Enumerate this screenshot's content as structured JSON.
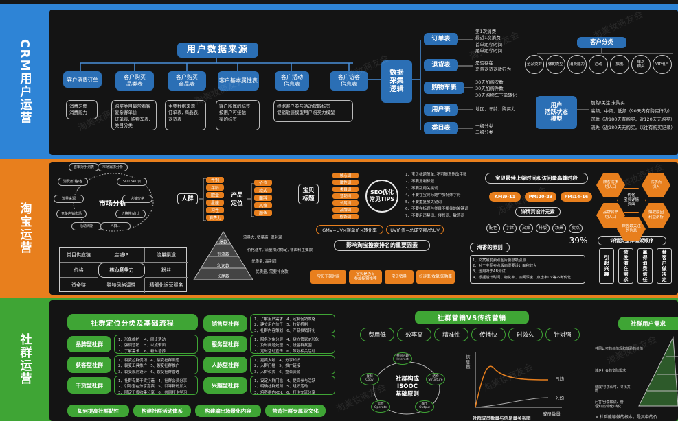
{
  "crm": {
    "label": "CRM用户运营",
    "title": "用户数据来源",
    "sources": [
      {
        "label": "客户消费订单",
        "desc": "消费习惯\n消费能力"
      },
      {
        "label": "客户购买\n品类表",
        "desc": "购买类目最常看客\n复杂客单价\n订单表, 购物车表,\n类目分类"
      },
      {
        "label": "客户购买\n商品表",
        "desc": "主要数据来源\n订单表, 商品表,\n退货表"
      },
      {
        "label": "客户基本属性表",
        "desc": "客户所属的标签,\n按用户可接触\n渠的标签"
      },
      {
        "label": "客户活动\n信息表",
        "desc": "根据客户参与活动提取标签\n促销敏感模型用户购买力模型"
      },
      {
        "label": "客户访客\n信息表",
        "desc": ""
      }
    ],
    "hub": "数据\n采集\n逻辑",
    "tables": [
      {
        "label": "订单表",
        "desc": "第1次消费\n最近1次消费\n首单距今时间\n尾单距今时间"
      },
      {
        "label": "退货表",
        "desc": "是否存在\n恶意退货退款行为"
      },
      {
        "label": "购物车表",
        "desc": "30天加购次数\n30天加购件数\n30天购物车下单转化"
      },
      {
        "label": "用户表",
        "desc": "地区、年龄、购买力"
      },
      {
        "label": "类目表",
        "desc": "一级分类\n二级分类"
      }
    ],
    "classify_title": "客户分类",
    "classify_items": [
      "全品类群",
      "做的类型",
      "消费能力",
      "活动",
      "旗舰",
      "单次\n购买",
      "VIP用户"
    ],
    "status_model": "用户\n活跃状态\n模型",
    "status_desc": "加购/关注 未购买\n高频、中频、低频（90天内有购买行为）\n沉睡（近180天有购买，近120天无购买）\n流失（近180天无购买，以往有购买记录）"
  },
  "taobao": {
    "label": "淘宝运营",
    "market_center": "市场分析",
    "market_nodes": [
      "首审对手列表",
      "市场需求分析",
      "消费/价格/各",
      "SKU.SPU表",
      "流量来源",
      "店铺价格",
      "竞争店铺市场",
      "价格带/占比",
      "活动周期",
      "人群..."
    ],
    "grid": [
      [
        "类目供应链",
        "店铺IP",
        "流量渠道"
      ],
      [
        "价格",
        "核心竞争力",
        "粉丝"
      ],
      [
        "资金链",
        "独特风格调性",
        "精细化运营服务"
      ]
    ],
    "persona": "人群",
    "persona_tags": [
      "性别",
      "年龄",
      "职业",
      "星座",
      "习性",
      "消费力"
    ],
    "product": "产品\n定位",
    "product_tags": [
      "价位",
      "款式",
      "面料",
      "风格",
      "颜色"
    ],
    "pyramid": [
      "爆款",
      "引流款",
      "利润款",
      "长尾款"
    ],
    "pyramid_notes": [
      "流量大, 销量高, 很利润",
      "价格适中, 流量相对稳定, 非面料主要款",
      "优质量, 高利润",
      "优质量, 需要补充款"
    ],
    "title_label": "宝贝\n标题",
    "title_tags": [
      "核心词",
      "属性词",
      "类目词",
      "营销词",
      "长尾词",
      "品牌词",
      "修饰词"
    ],
    "seo": "SEO优化\n常见TIPS",
    "seo_tips": [
      "1、宝贝标题简单, 不可随意删改字数",
      "2、不要复制标题",
      "3、不要乱用关键词",
      "4、不要在宝贝标题中加特殊字符",
      "5、不要重复放关键词",
      "6、不要在标题与类目不相关的关键词",
      "7、不要用违禁词、侵权词、敏感词"
    ],
    "gmv": "GMV=UV×客单价×转化率",
    "uv": "UV价值=总成交额/总UV",
    "factors_title": "影响淘宝搜索排名的重要因素",
    "factors": [
      "宝贝下架时间",
      "宝贝是否有\n参加橱窗推荐",
      "宝贝销量",
      "好评率/收藏/回购率"
    ],
    "shelf_title": "宝贝最佳上架时间和访问量高峰时段",
    "shelf_times": [
      "AM:9-11",
      "PM:20-23",
      "PM:14-16"
    ],
    "detail_title": "详情页设计元素",
    "detail_items": [
      "配色",
      "字体",
      "文案",
      "排版",
      "场景",
      "卖点"
    ],
    "zoom": "39%",
    "slide_title": "滑香的原则",
    "slide_rules": [
      "1、文案最前卖点图片要很吸引点",
      "2、对于主图卖点版面很要设计面积较大",
      "3、运用对于AB测试",
      "4、根据设计时间、物化率、访问深度、点击率UV等不断优化"
    ],
    "frame_title": "详情页整体框架顺序",
    "frame_items": [
      "引起兴趣",
      "激发潜在需求",
      "赢得消费信任",
      "替客户做决定"
    ],
    "hexes": [
      "顾客需求\n切入口",
      "需求点\n切入",
      "优化\n宝贝详情\n页面",
      "品牌背书\n切入口",
      "爆款原因\n利益剖析",
      "顾客最关注\n的信息"
    ]
  },
  "community": {
    "label": "社群运营",
    "pos_title": "社群定位分类及基础流程",
    "types": [
      {
        "label": "品牌型社群",
        "desc": "1、形象维护    4、同步活动\n2、强调营销    5、以点带面\n3、了解需求    6、粉丝培养"
      },
      {
        "label": "获客型社群",
        "desc": "1、裂变拉群促销   4、裂变社群渠道\n2、裂变工具推广   5、裂变社群推广\n3、裂变规则设计   6、裂变社群管理"
      },
      {
        "label": "干货型社群",
        "desc": "1、社群专属干货打造   4、社群会员分享\n2、引导潜在分享嘉宾   5、引导新粉加入\n3、固定干货收集分享   6、共同打卡学习"
      }
    ],
    "types2": [
      {
        "label": "销售型社群",
        "desc": "1、了解用户需求   4、定制促销策略\n2、建立用户信任   5、拉新机制\n3、社群内容策划   6、产品推销转化"
      },
      {
        "label": "服务型社群",
        "desc": "1、服务对象分层   4、树立管家IP形象\n2、及时问题处理   5、设置群氛围\n3、定时活动宣传   6、策划相关活动"
      },
      {
        "label": "人脉型社群",
        "desc": "1、嘉宾大咖   4、分享知识\n2、入群门槛   5、推广链接\n3、入群仪式   6、整合资源"
      },
      {
        "label": "兴趣型社群",
        "desc": "1、设定入群门槛   4、提高参与活跃\n2、明确社群规则   5、组织活动\n3、培养群内KOL   6、打卡交流分享"
      }
    ],
    "bottom": [
      "如何提高社群黏性",
      "构建社群活动体系",
      "构建输出场景化内容",
      "营造社群专属亚文化"
    ],
    "vs_title": "社群营销VS传统营销",
    "vs_items": [
      "费用低",
      "效率高",
      "精准性",
      "传播快",
      "时效久",
      "针对强"
    ],
    "isooc_center": "社群构成\nISOOC\n基础原则",
    "isooc_nodes": [
      "共同兴趣\nInterest",
      "结构\nStructure",
      "输出\nOutput",
      "运营\nOperate",
      "复制\nCopy"
    ],
    "curve_ylabel": "信息量",
    "curve_labels": [
      "日均",
      "入均"
    ],
    "curve_xlabel": "成员数量",
    "curve_caption": "社群成员数量与信息量关系图",
    "needs_title": "社群用户需求",
    "needs_items": [
      "共同认可的价值观和体验的价值",
      "城乡社会的交际需求",
      "延展/寻求认可、寻找共鸣",
      "问答/分享知识、管理知识/物化/转化"
    ],
    "needs_caption": "> 社群能够做的根本，是其中的价"
  },
  "watermark": "淘美妆商友会"
}
